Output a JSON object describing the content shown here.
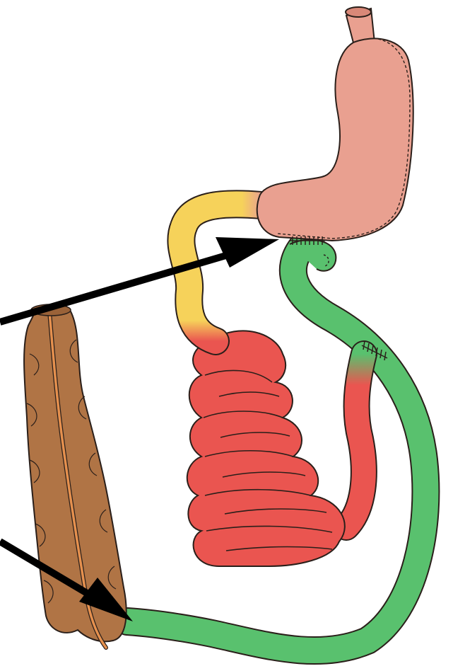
{
  "diagram": {
    "structures": [
      {
        "id": "stomach",
        "color": "#E9A090"
      },
      {
        "id": "duodenum-segment",
        "color": "#F6D25A"
      },
      {
        "id": "jejunal-loops",
        "color": "#EA5550"
      },
      {
        "id": "roux-limb",
        "color": "#59C16E"
      },
      {
        "id": "pancreas",
        "color": "#B07445"
      },
      {
        "id": "pancreatic-duct",
        "color": "#E5904E"
      }
    ],
    "arrows": [
      {
        "id": "arrow-to-gastrojejunostomy",
        "color": "#000000"
      },
      {
        "id": "arrow-to-pancreaticojejunostomy",
        "color": "#000000"
      }
    ],
    "outline_color": "#2a1f1a"
  }
}
